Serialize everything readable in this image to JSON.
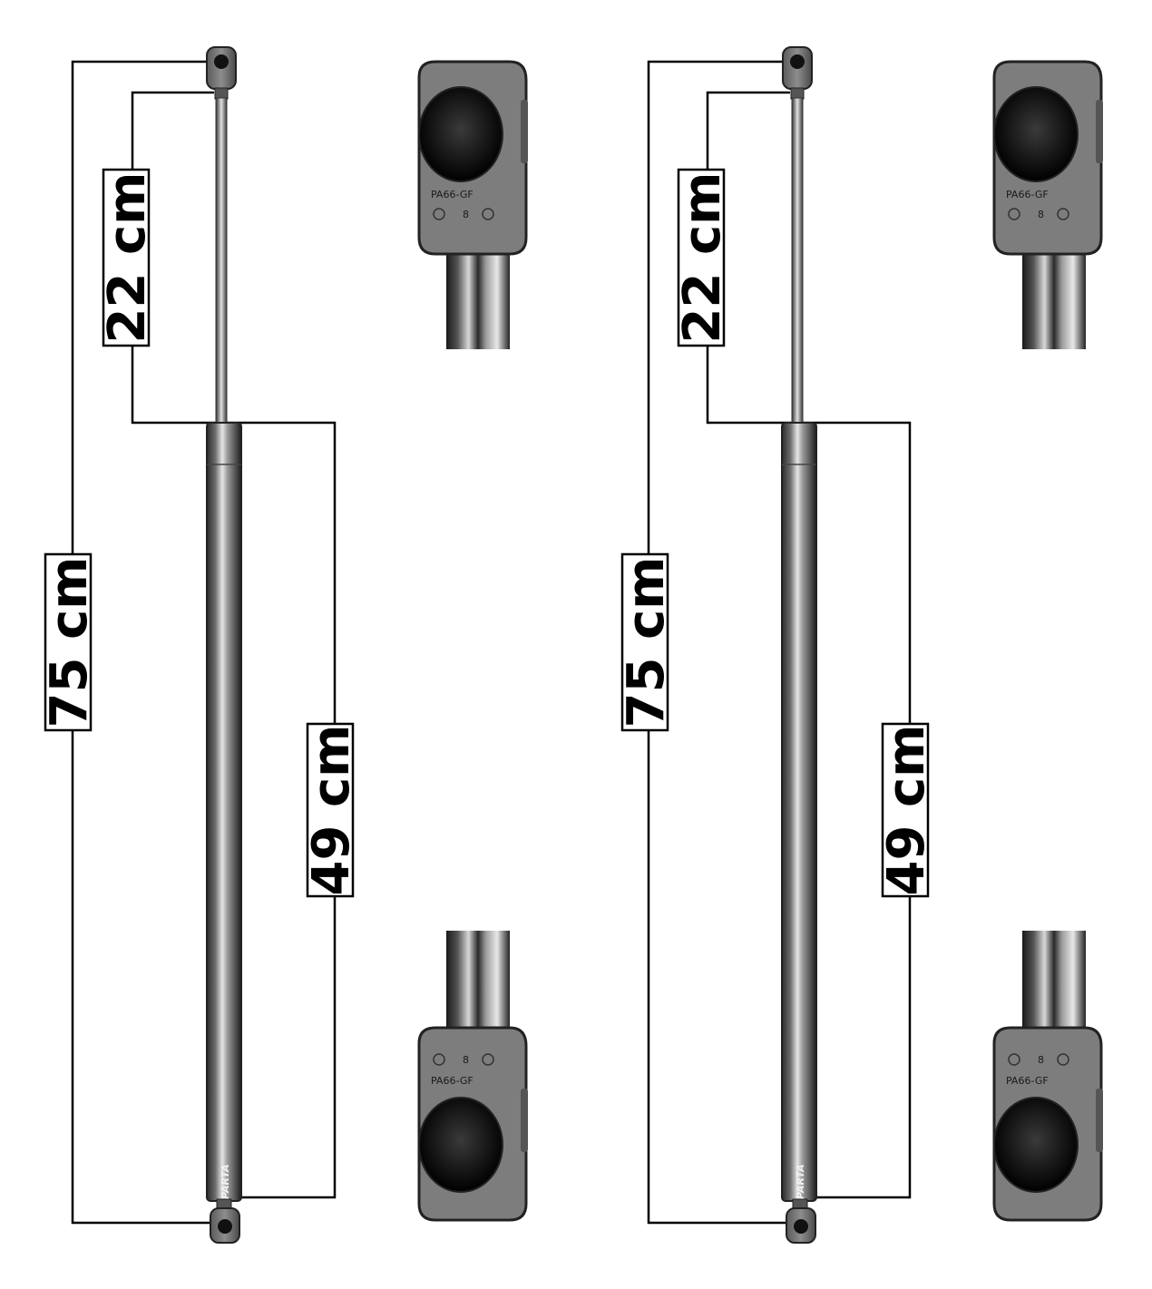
{
  "dimensions": {
    "total_length": "75 cm",
    "rod_length": "22 cm",
    "body_length": "49 cm"
  },
  "fitting_stamp": {
    "line1": "PA66-GF",
    "line2": "8"
  },
  "brand": "SPARTA",
  "colors": {
    "line": "#000000",
    "background": "#ffffff",
    "tube_dark": "#2a2a2a",
    "tube_light": "#cfcfcf",
    "fitting": "#7a7a7a"
  }
}
